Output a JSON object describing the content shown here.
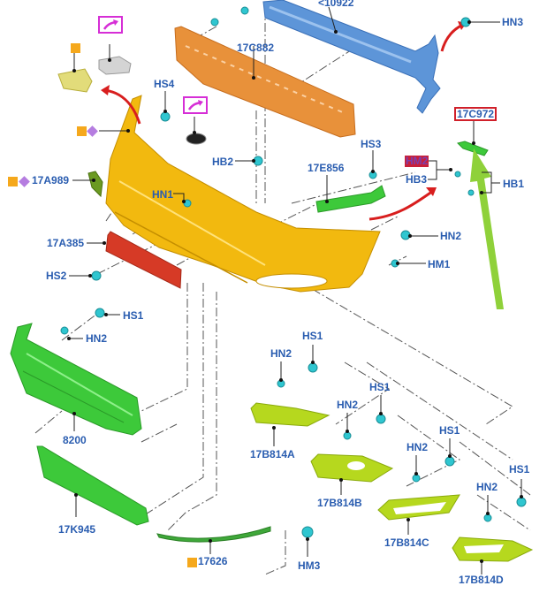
{
  "diagram": {
    "title": "Front bumper exploded view",
    "colors": {
      "label_text": "#2a5db0",
      "highlight_border": "#d0202a",
      "note_square": "#f5a81c",
      "note_diamond": "#b57de0",
      "link_icon": "#d62ed6",
      "bumper_cover": "#f2b90f",
      "absorber": "#e8913a",
      "reinforcement": "#5d95d8",
      "grille": "#3dc93a",
      "bezel": "#b6d81e",
      "fastener": "#2fc6d0",
      "license_bracket": "#d63a26",
      "arrow_red": "#d81e1e",
      "arrow_green": "#8fd13a"
    },
    "labels": {
      "reinforcement": "<10922",
      "absorber": "17C882",
      "hn3": "HN3",
      "hs4": "HS4",
      "hb2": "HB2",
      "hs3": "HS3",
      "deflector": "17E856",
      "bracket_right": "17C972",
      "hm2": "HM2",
      "hb3": "HB3",
      "hb1": "HB1",
      "hn1": "HN1",
      "air_deflector_small": "17A989",
      "license_bracket": "17A385",
      "hn2_right": "HN2",
      "hm1": "HM1",
      "hs2": "HS2",
      "hs1_grille": "HS1",
      "hn2_grille": "HN2",
      "grille": "8200",
      "lower_grille": "17K945",
      "lower_strip": "17626",
      "hm3": "HM3",
      "bezel_a": "17B814A",
      "bezel_a_hn2": "HN2",
      "bezel_a_hs1": "HS1",
      "bezel_b": "17B814B",
      "bezel_b_hn2": "HN2",
      "bezel_b_hs1": "HS1",
      "bezel_c": "17B814C",
      "bezel_c_hn2": "HN2",
      "bezel_c_hs1": "HS1",
      "bezel_d": "17B814D",
      "bezel_d_hn2": "HN2",
      "bezel_d_hs1": "HS1"
    },
    "icons": {
      "link": "external-link-arrow-icon",
      "note_square": "note-square-icon",
      "note_diamond": "note-diamond-icon"
    }
  }
}
